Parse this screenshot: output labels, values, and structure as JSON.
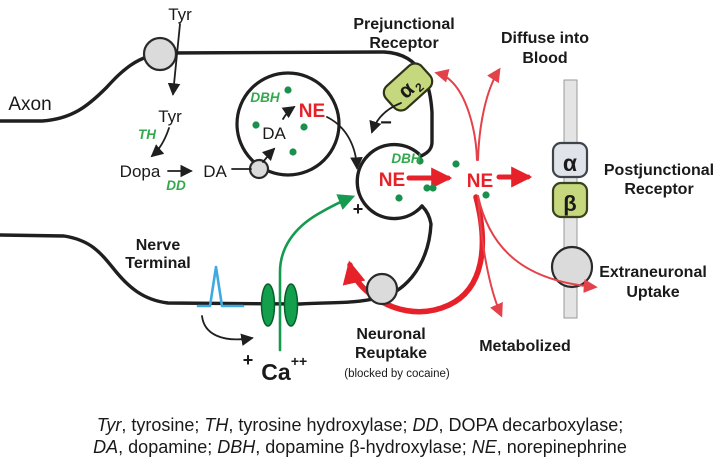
{
  "labels": {
    "axon": "Axon",
    "nerve_terminal": {
      "line1": "Nerve",
      "line2": "Terminal"
    },
    "tyr_outside": "Tyr",
    "tyr_inside": "Tyr",
    "th": "TH",
    "dopa": "Dopa",
    "dd": "DD",
    "da": "DA",
    "storage_vesicle": {
      "dbh": "DBH",
      "da": "DA",
      "ne": "NE"
    },
    "docked_vesicle": {
      "dbh": "DBH",
      "ne": "NE"
    },
    "cleft_ne": "NE",
    "prejunctional": {
      "line1": "Prejunctional",
      "line2": "Receptor",
      "alpha": "α",
      "sub": "2",
      "minus": "−"
    },
    "diffuse": {
      "line1": "Diffuse into",
      "line2": "Blood"
    },
    "postjunctional": {
      "line1": "Postjunctional",
      "line2": "Receptor",
      "alpha": "α",
      "beta": "β"
    },
    "extraneuronal": {
      "line1": "Extraneuronal",
      "line2": "Uptake"
    },
    "metabolized": "Metabolized",
    "reuptake": {
      "line1": "Neuronal",
      "line2": "Reuptake",
      "note": "(blocked by cocaine)"
    },
    "calcium": {
      "main": "Ca",
      "sup": "++"
    },
    "plus_calcium": "+",
    "plus_release": "+"
  },
  "caption": {
    "line1": [
      {
        "abbr": "Tyr",
        "rest": ", tyrosine; "
      },
      {
        "abbr": "TH",
        "rest": ", tyrosine hydroxylase; "
      },
      {
        "abbr": "DD",
        "rest": ", DOPA decarboxylase;"
      }
    ],
    "line2": [
      {
        "abbr": "DA",
        "rest": ", dopamine; "
      },
      {
        "abbr": "DBH",
        "rest": ", dopamine β-hydroxylase; "
      },
      {
        "abbr": "NE",
        "rest": ", norepinephrine"
      }
    ]
  },
  "colors": {
    "red": "#e62129",
    "thin_red": "#e4424a",
    "enzyme_green": "#33a94d",
    "ion_green": "#169a4f",
    "calcium_green": "#44bf3e",
    "channel_green": "#13a04c",
    "spike_blue": "#3fa9e0",
    "receptor_fill": "#c6d87e",
    "alpha_box_fill": "#e0e4ea",
    "membrane_black": "#1f1f1f",
    "transporter_gray": "#dbdbdb"
  }
}
